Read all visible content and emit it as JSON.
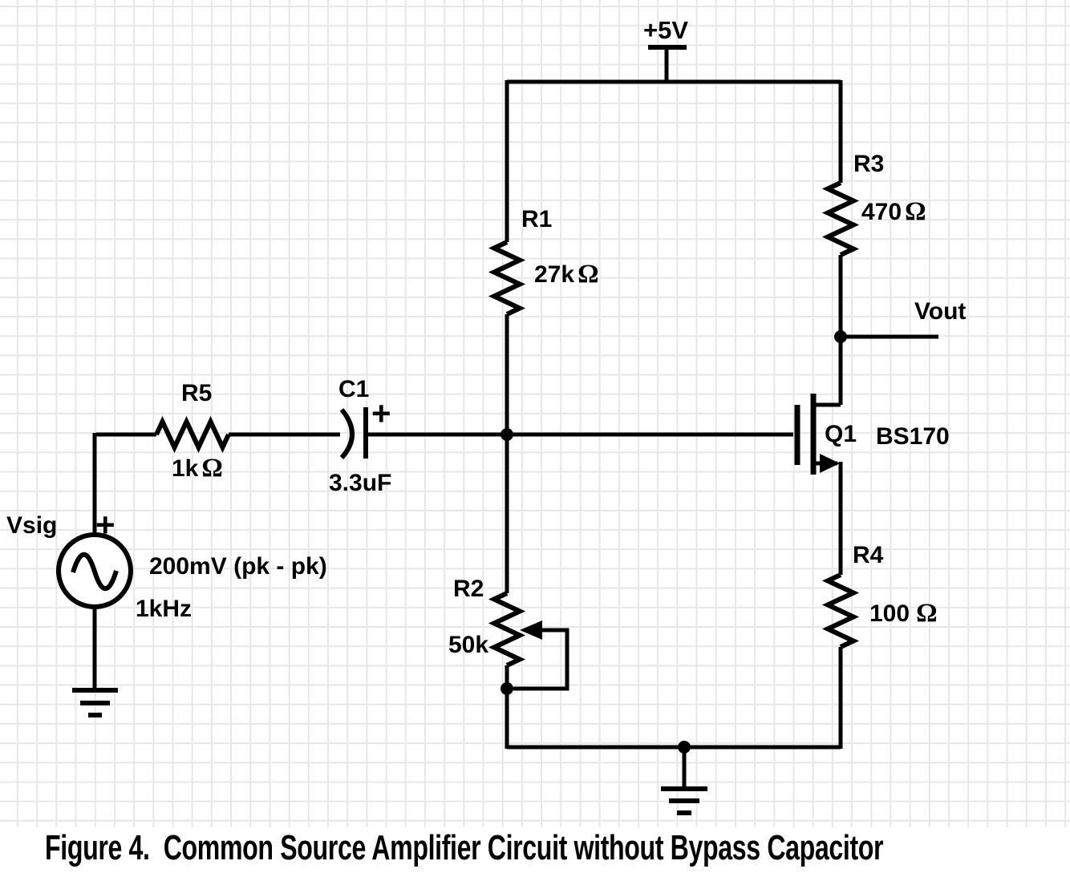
{
  "figure": {
    "caption": "Figure 4.  Common Source Amplifier Circuit without Bypass Capacitor"
  },
  "power": {
    "supply_label": "+5V"
  },
  "output": {
    "label": "Vout"
  },
  "components": {
    "r1": {
      "label": "R1",
      "value": "27k",
      "unit": "Ω"
    },
    "r2": {
      "label": "R2",
      "value": "50k"
    },
    "r3": {
      "label": "R3",
      "value": "470",
      "unit": "Ω"
    },
    "r4": {
      "label": "R4",
      "value": "100",
      "unit": "Ω"
    },
    "r5": {
      "label": "R5",
      "value": "1k",
      "unit": "Ω"
    },
    "c1": {
      "label": "C1",
      "value": "3.3uF",
      "polarity": "+"
    },
    "q1": {
      "label": "Q1",
      "part_number": "BS170"
    },
    "vsig": {
      "label": "Vsig",
      "polarity": "+",
      "amplitude": "200mV (pk - pk)",
      "frequency": "1kHz"
    }
  }
}
